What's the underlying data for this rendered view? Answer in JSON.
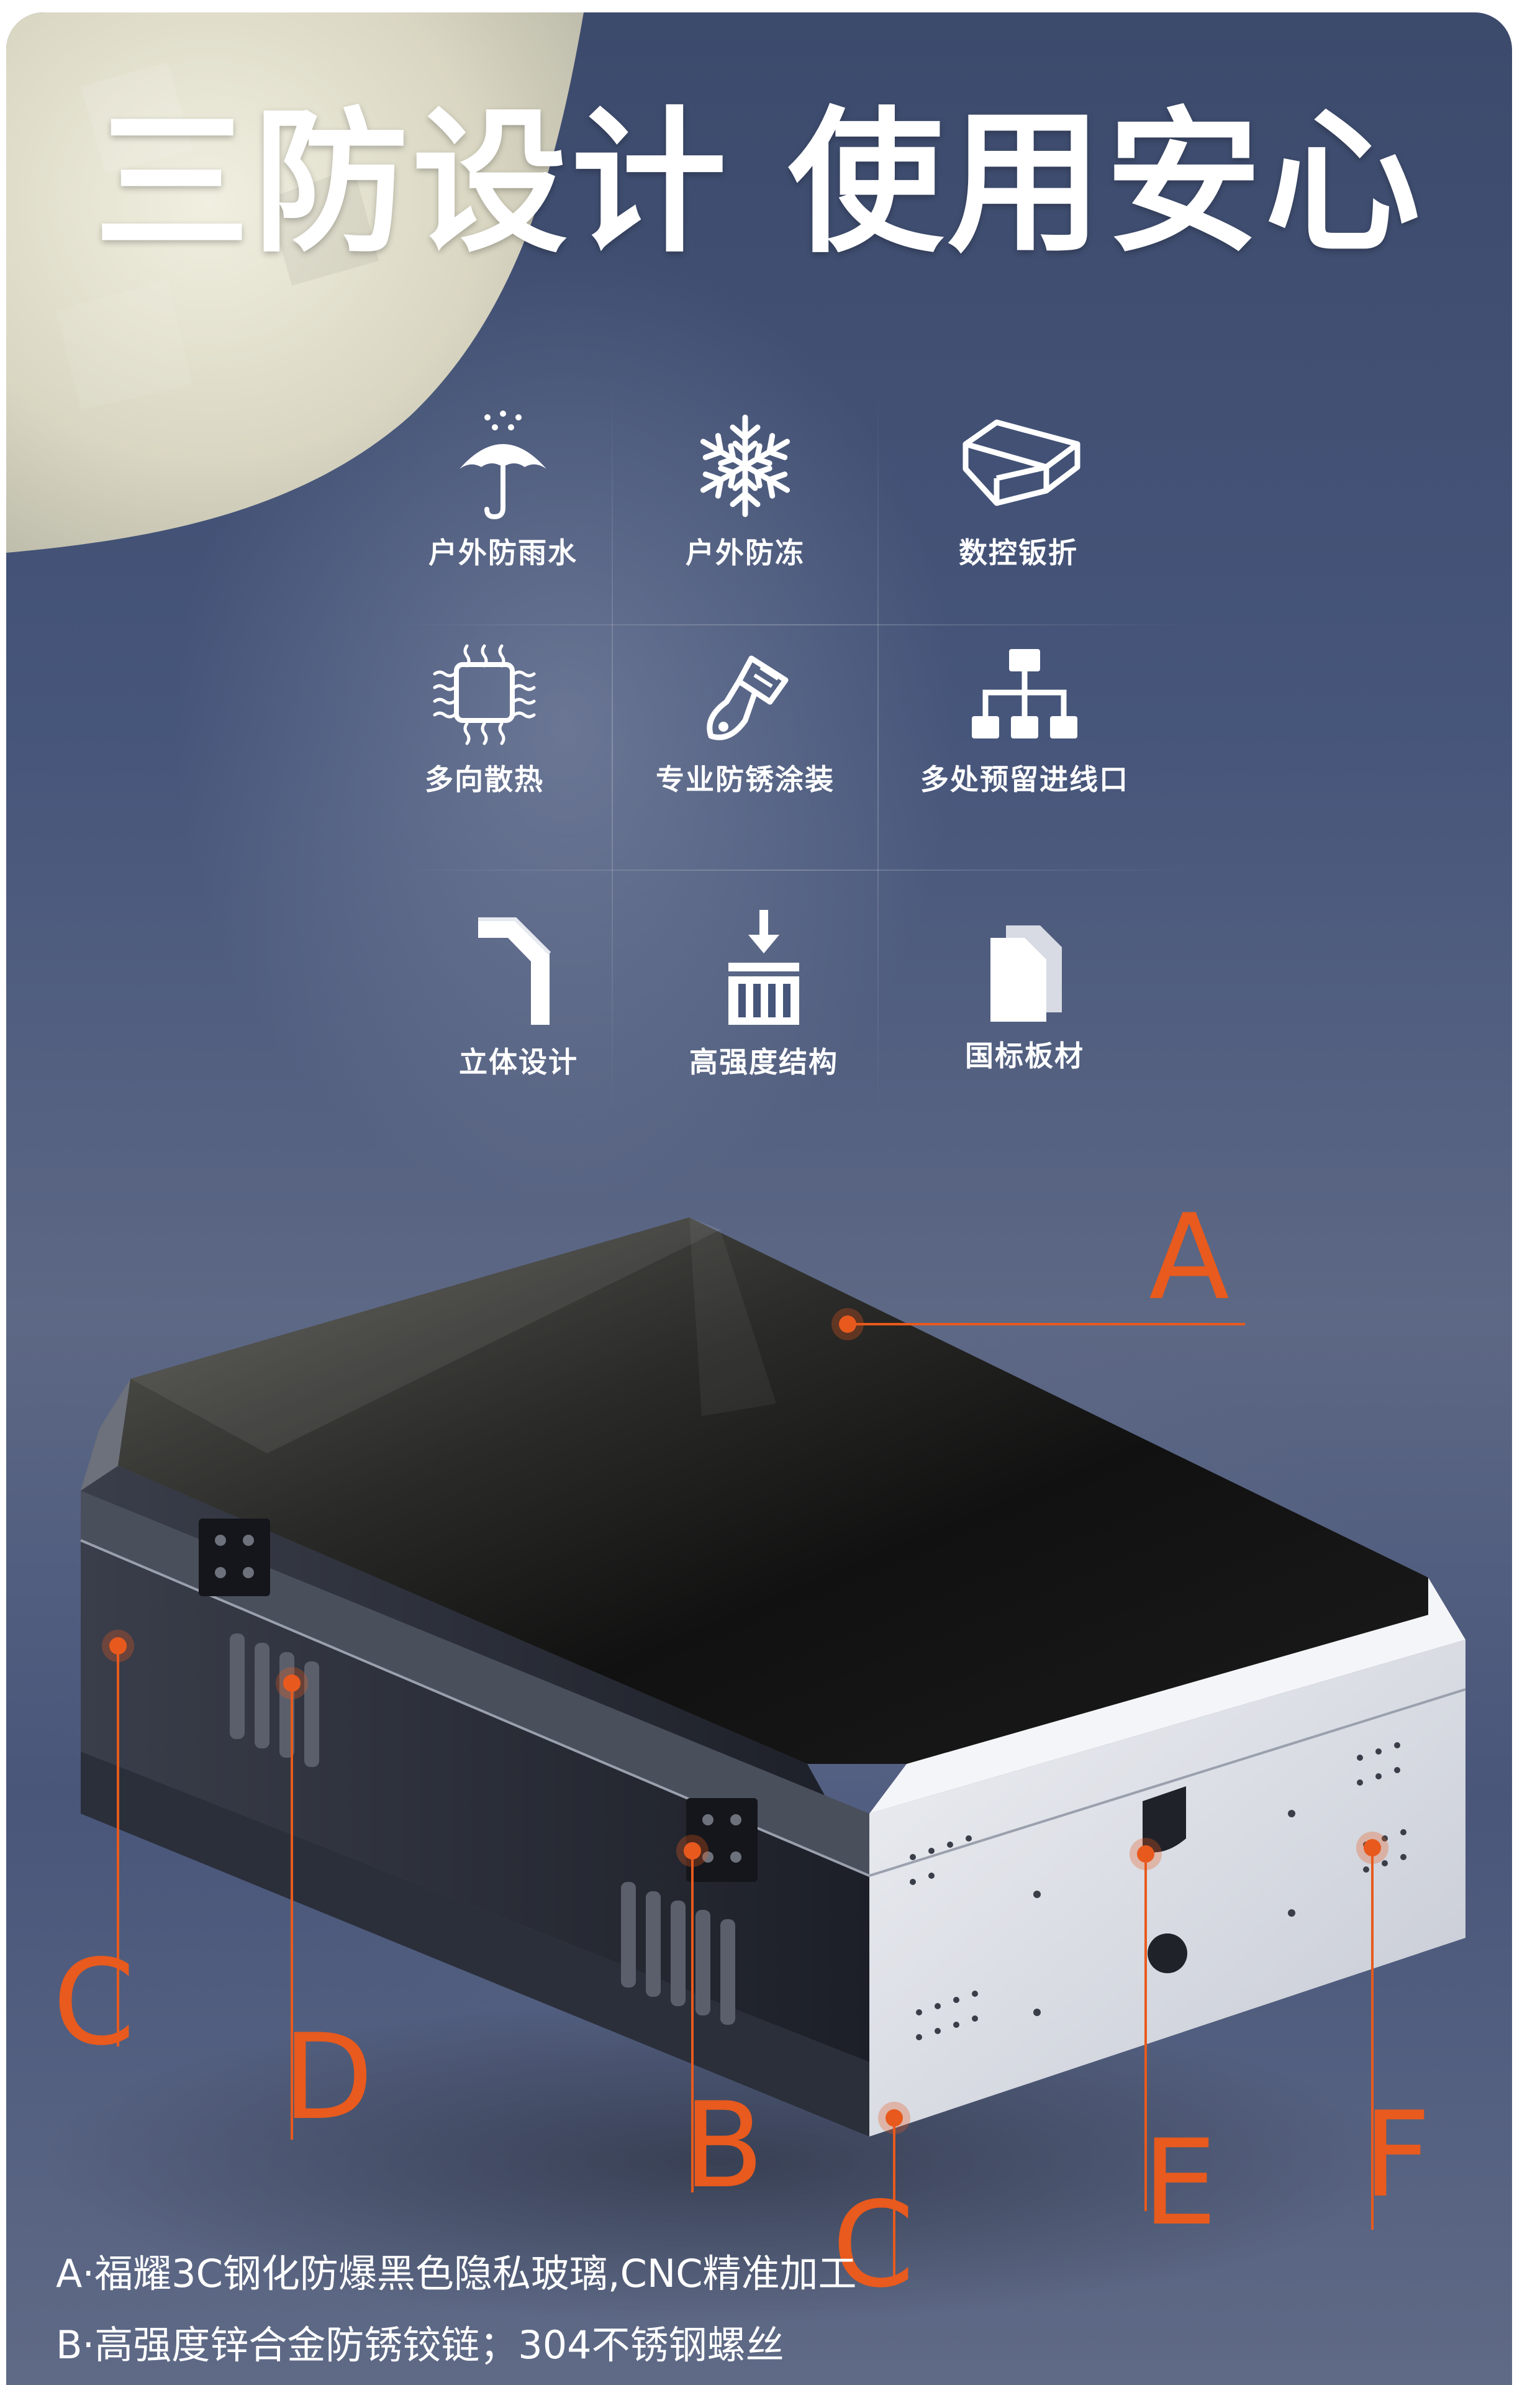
{
  "title": "三防设计 使用安心",
  "features": [
    {
      "icon": "umbrella-rain-icon",
      "label": "户外防雨水"
    },
    {
      "icon": "snowflake-icon",
      "label": "户外防冻"
    },
    {
      "icon": "sheet-metal-bend-icon",
      "label": "数控钣折"
    },
    {
      "icon": "heat-dissipation-chip-icon",
      "label": "多向散热"
    },
    {
      "icon": "paint-brush-icon",
      "label": "专业防锈涂装"
    },
    {
      "icon": "network-hierarchy-icon",
      "label": "多处预留进线口"
    },
    {
      "icon": "bent-profile-icon",
      "label": "立体设计"
    },
    {
      "icon": "compression-structure-icon",
      "label": "高强度结构"
    },
    {
      "icon": "sheet-stack-icon",
      "label": "国标板材"
    }
  ],
  "callouts": {
    "a": "A",
    "b": "B",
    "c1": "C",
    "c2": "C",
    "d": "D",
    "e": "E",
    "f": "F"
  },
  "captions": [
    "A·福耀3C钢化防爆黑色隐私玻璃,CNC精准加工",
    "B·高强度锌合金防锈铰链；304不锈钢螺丝"
  ],
  "colors": {
    "accent": "#e85a1d",
    "background": "#46557a"
  }
}
